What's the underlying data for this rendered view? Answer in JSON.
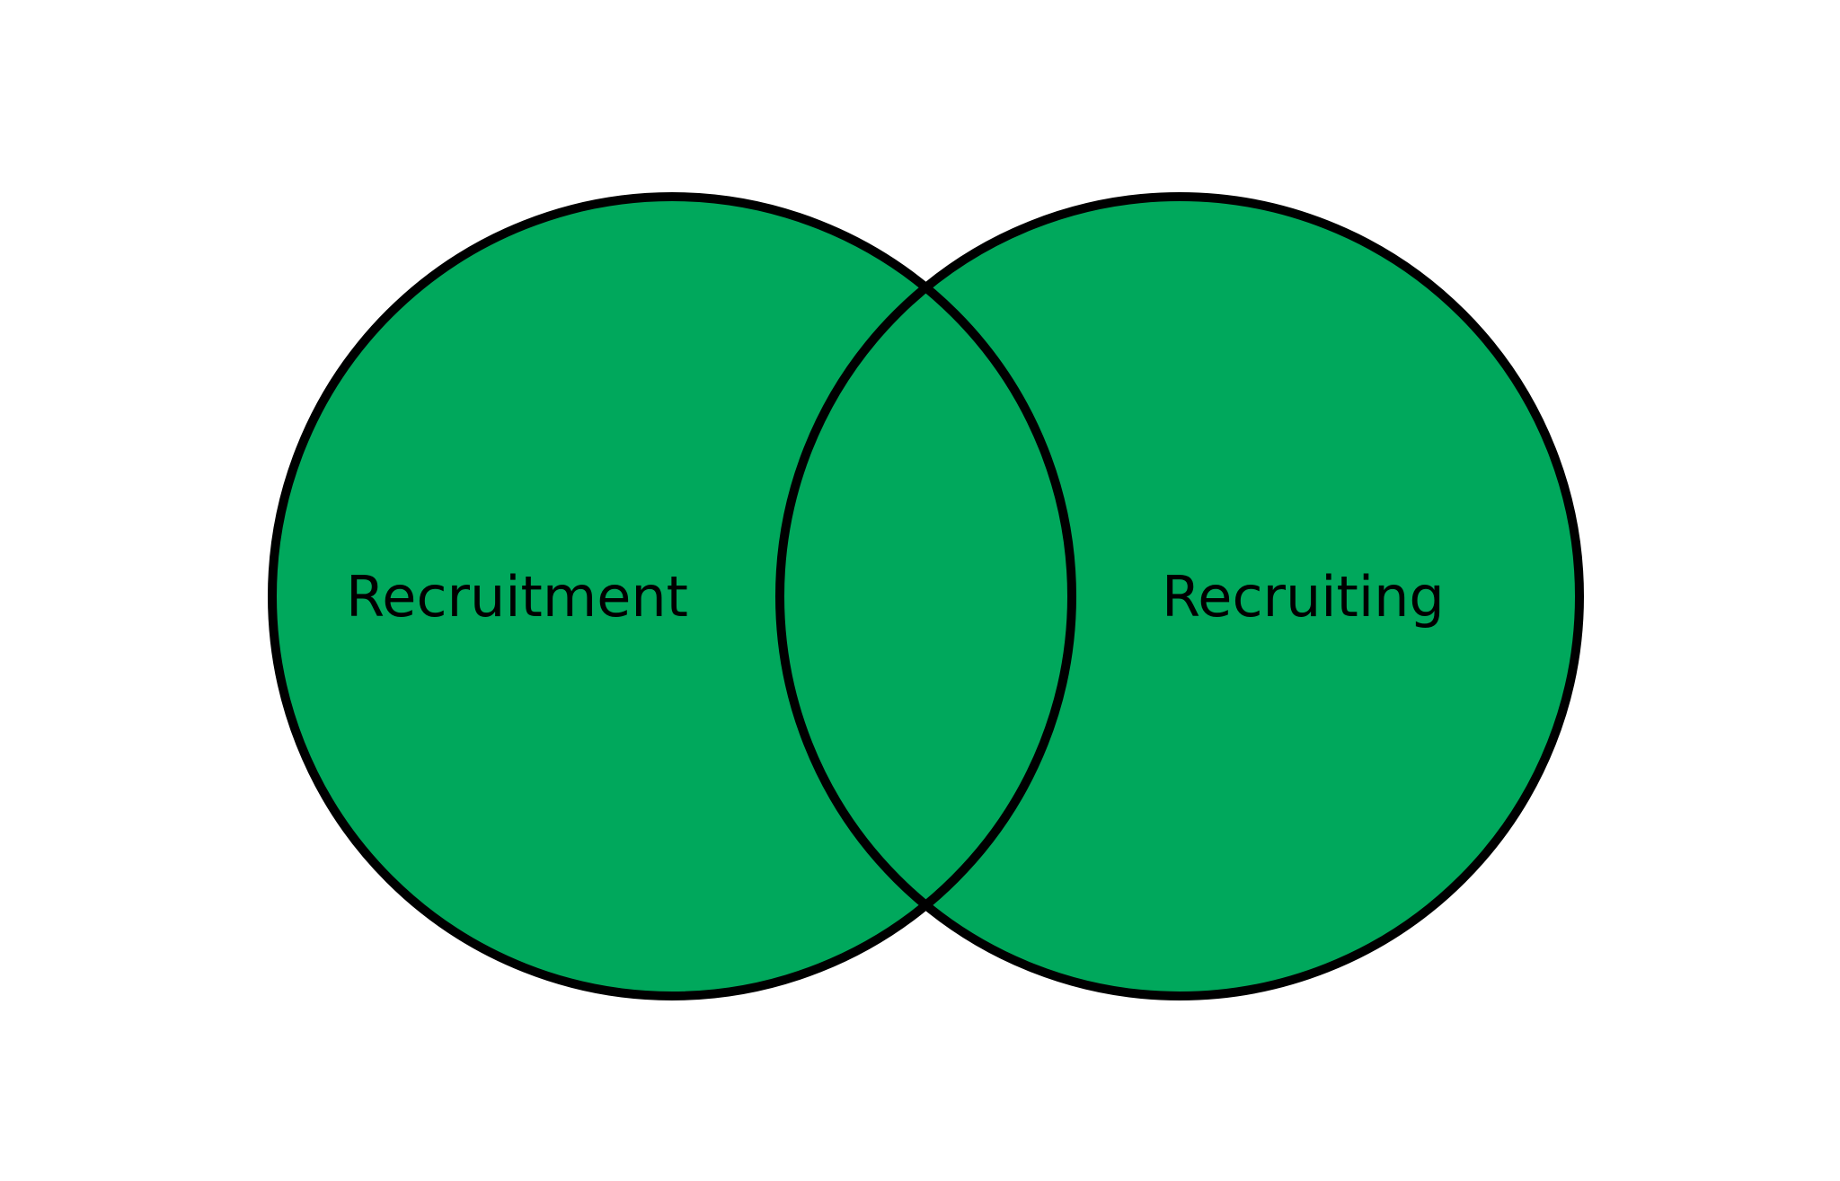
{
  "diagram": {
    "type": "venn",
    "fill_color": "#00a85c",
    "stroke_color": "#000000",
    "background_color": "#ffffff",
    "sets": [
      {
        "label": "Recruitment"
      },
      {
        "label": "Recruiting"
      }
    ]
  }
}
